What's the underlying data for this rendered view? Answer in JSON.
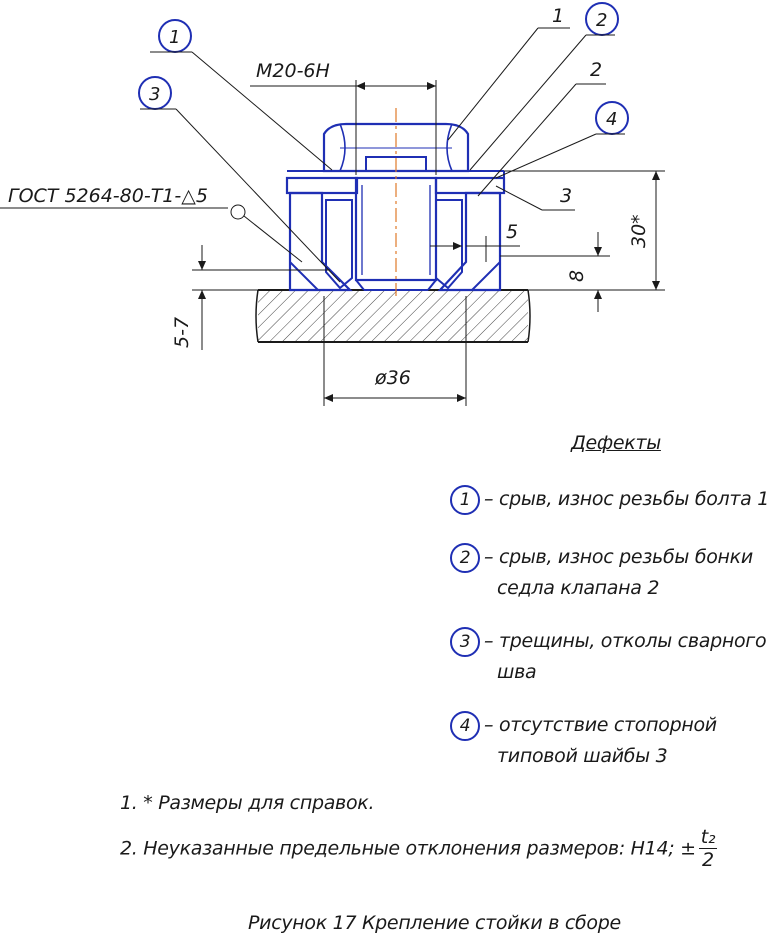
{
  "drawing": {
    "thread_label": "M20-6H",
    "gost_label": "ГОСТ 5264-80-Т1-△5",
    "dim_5_7": "5-7",
    "dim_36": "ø36",
    "dim_30": "30*",
    "dim_8": "8",
    "dim_5": "5",
    "callout_1_blue": "1",
    "callout_3_blue": "3",
    "callout_2_blue": "2",
    "callout_4_blue": "4",
    "leader_1": "1",
    "leader_2": "2",
    "leader_3": "3"
  },
  "defects": {
    "title": "Дефекты",
    "items": [
      {
        "num": "1",
        "line1": "– срыв, износ резьбы болта 1",
        "line2": ""
      },
      {
        "num": "2",
        "line1": "– срыв, износ резьбы бонки",
        "line2": "седла клапана 2"
      },
      {
        "num": "3",
        "line1": "– трещины, отколы сварного",
        "line2": "шва"
      },
      {
        "num": "4",
        "line1": "– отсутствие стопорной",
        "line2": "типовой шайбы 3"
      }
    ]
  },
  "notes": {
    "note1": "1. * Размеры для справок.",
    "note2": "2. Неуказанные предельные отклонения размеров: Н14; ±",
    "frac_num": "t₂",
    "frac_den": "2"
  },
  "caption": "Рисунок 17 Крепление стойки в сборе",
  "colors": {
    "outline": "#1f2fb4",
    "ink": "#1a1a1a",
    "axis": "#e07a2a"
  }
}
